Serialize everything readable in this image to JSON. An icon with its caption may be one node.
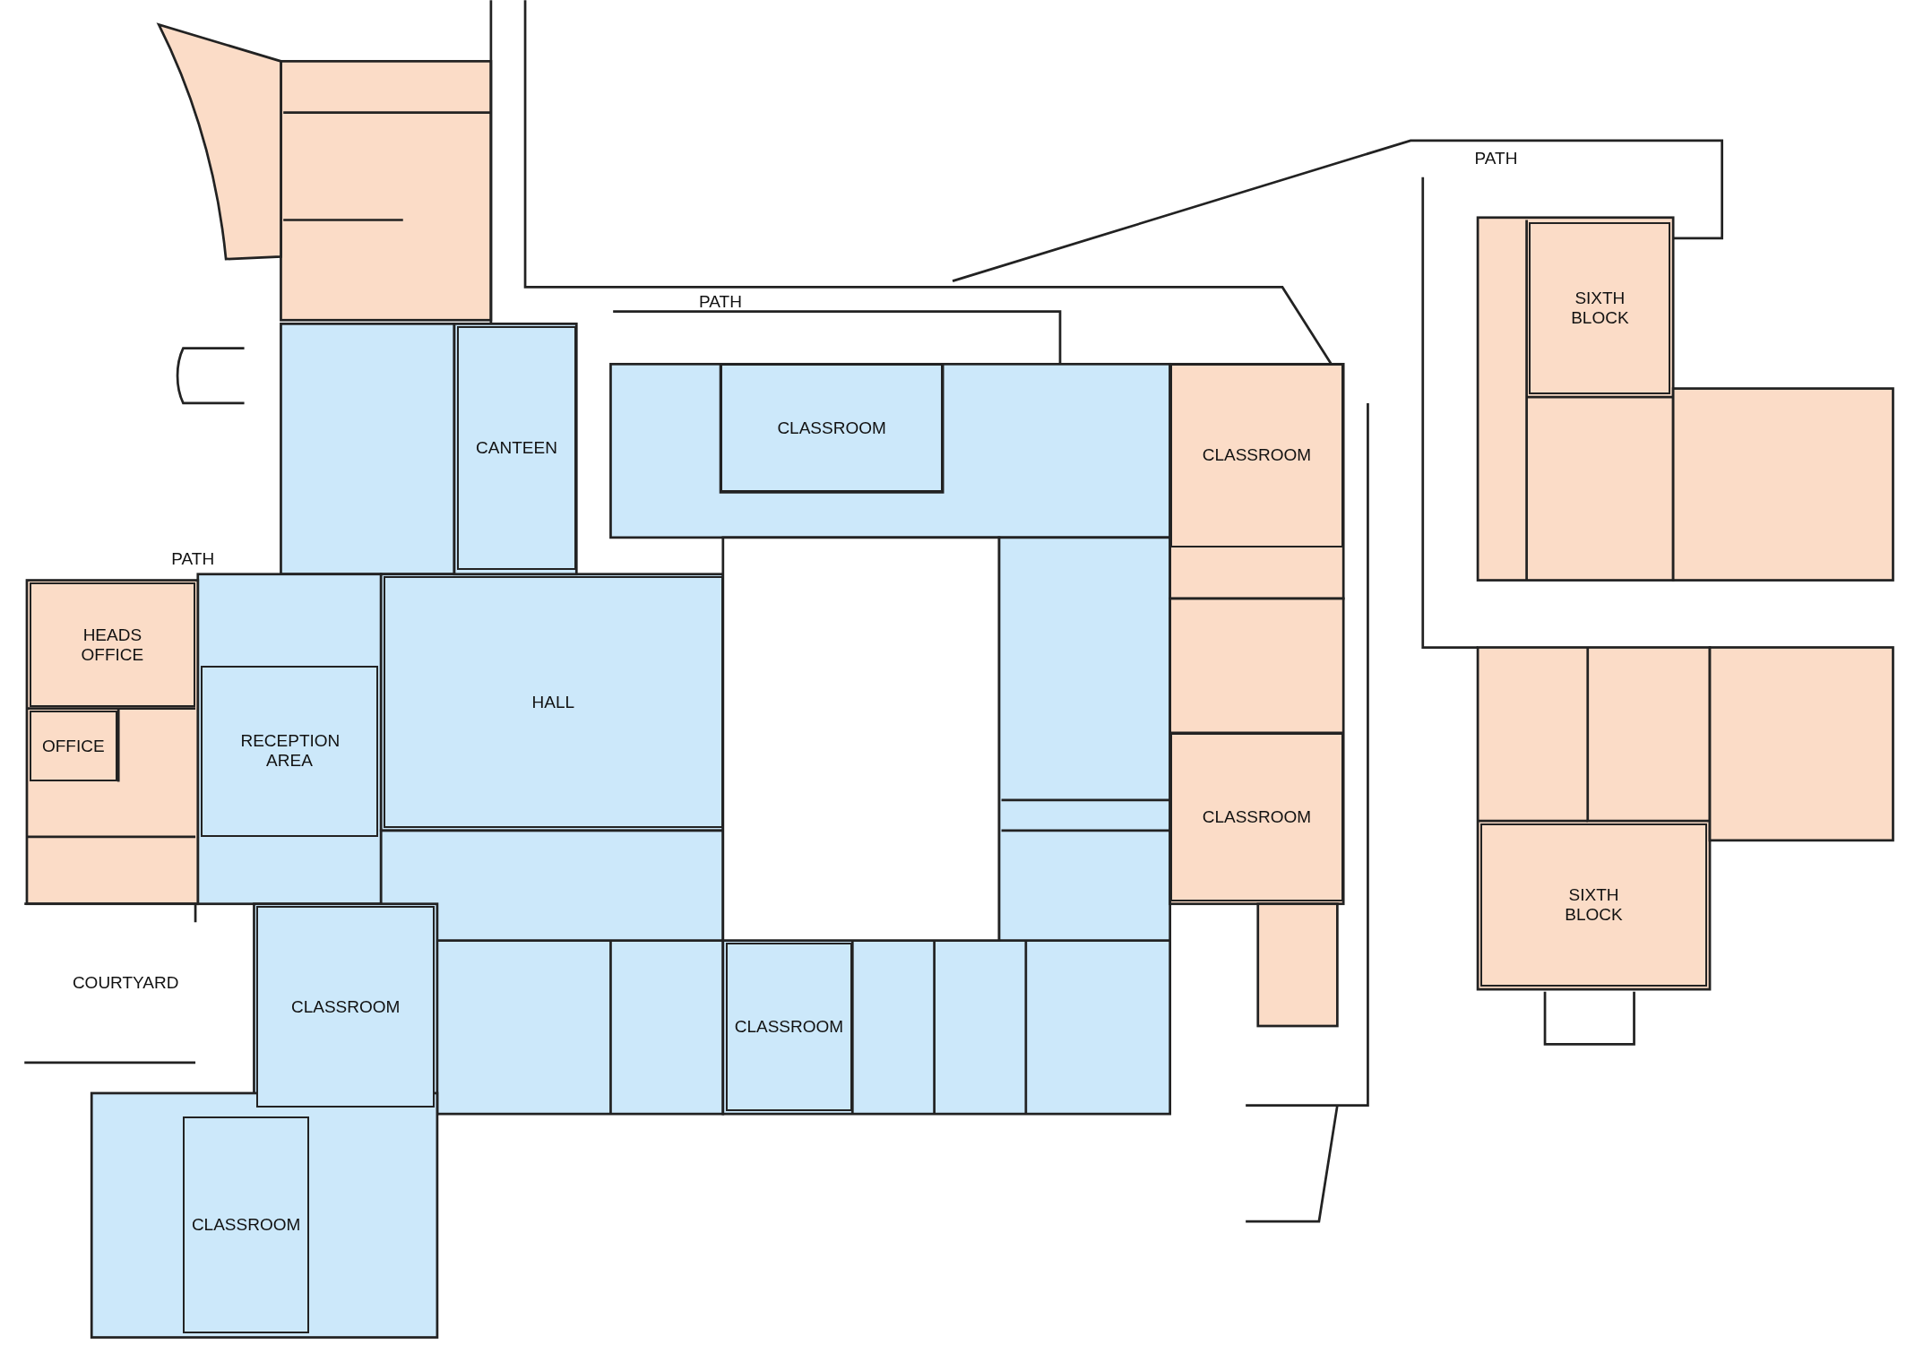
{
  "diagram": {
    "nodes": [
      {
        "text": [
          "SIXTH BLOCK"
        ]
      },
      {
        "text": [
          "CLASSROOM"
        ]
      },
      {
        "text": [
          "CANTEEN"
        ]
      },
      {
        "text": [
          "CLASSROOM"
        ]
      },
      {
        "text": [
          "HEADS OFFICE"
        ]
      },
      {
        "text": [
          "HALL"
        ]
      },
      {
        "text": [
          "OFFICE"
        ]
      },
      {
        "text": [
          "RECEPTION AREA"
        ]
      },
      {
        "text": [
          "CLASSROOM"
        ]
      },
      {
        "text": [
          "SIXTH BLOCK"
        ]
      },
      {
        "text": [
          "CLASSROOM"
        ]
      },
      {
        "text": [
          "CLASSROOM"
        ]
      },
      {
        "text": [
          "CLASSROOM"
        ]
      }
    ],
    "labels": [
      "PATH",
      "PATH",
      "PATH",
      "COURTYARD"
    ]
  }
}
